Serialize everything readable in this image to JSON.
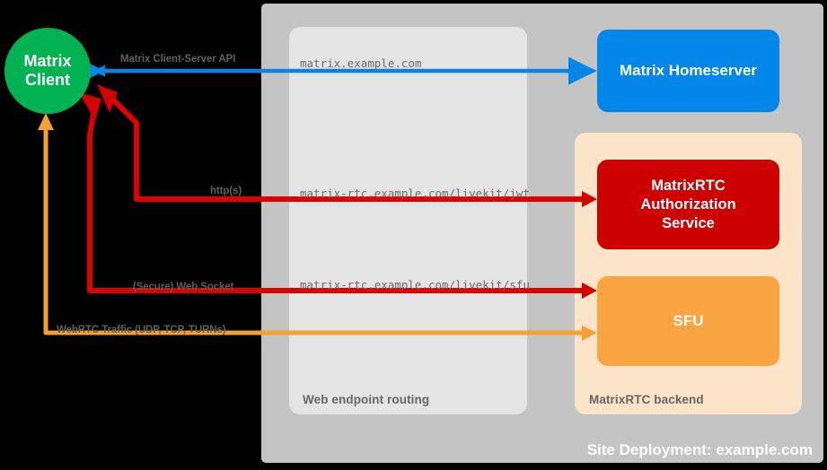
{
  "diagram": {
    "site_title": "Site Deployment: example.com",
    "containers": [
      {
        "name": "web-endpoint-routing",
        "label": "Web endpoint routing",
        "color": "#E4E4E4"
      },
      {
        "name": "matrixrtc-backend",
        "label": "MatrixRTC backend",
        "color": "#FCE4C8"
      },
      {
        "name": "site-deployment",
        "label": "Site Deployment: example.com",
        "color": "#C4C4C4"
      }
    ],
    "nodes": [
      {
        "name": "matrix-client",
        "label": "Matrix\nClient",
        "line1": "Matrix",
        "line2": "Client",
        "color": "#00B251",
        "shape": "circle"
      },
      {
        "name": "matrix-homeserver",
        "label": "Matrix Homeserver",
        "color": "#0287E8",
        "shape": "rounded-rect"
      },
      {
        "name": "matrixrtc-authorization-service",
        "label": "MatrixRTC Authorization Service",
        "line1": "MatrixRTC",
        "line2": "Authorization",
        "line3": "Service",
        "color": "#CC0000",
        "shape": "rounded-rect"
      },
      {
        "name": "sfu",
        "label": "SFU",
        "color": "#F9A440",
        "shape": "rounded-rect"
      }
    ],
    "connections": [
      {
        "name": "client-server-api",
        "label": "Matrix Client-Server API",
        "url": "matrix.example.com",
        "color": "#0287E8",
        "direction": "bidirectional"
      },
      {
        "name": "jwt-http",
        "label": "http(s)",
        "url": "matrix-rtc.example.com/livekit/jwt",
        "color": "#E00000",
        "direction": "bidirectional"
      },
      {
        "name": "sfu-websocket",
        "label": "(Secure) Web Socket",
        "url": "matrix-rtc.example.com/livekit/sfu",
        "color": "#E00000",
        "direction": "bidirectional"
      },
      {
        "name": "webrtc-traffic",
        "label": "WebRTC Traffic (UDP, TCP, TURNs)",
        "url": "",
        "color": "#F5A033",
        "direction": "bidirectional"
      }
    ]
  }
}
